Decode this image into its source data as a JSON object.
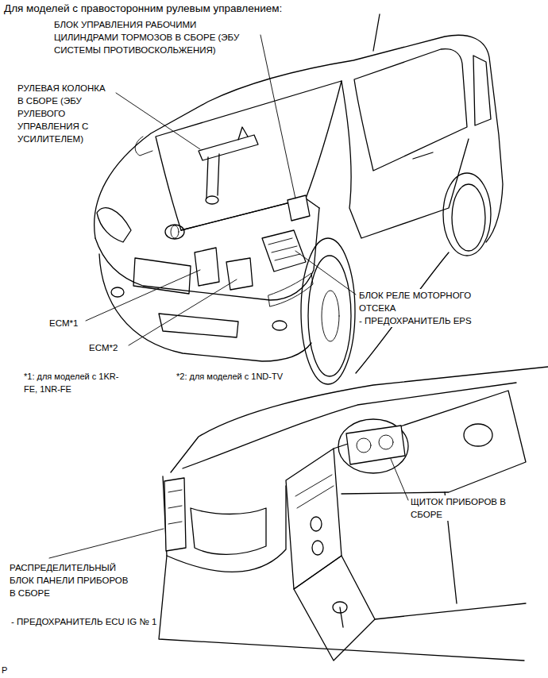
{
  "diagram": {
    "title": "Для моделей с правосторонним рулевым управлением:",
    "labels": [
      "БЛОК УПРАВЛЕНИЯ РАБОЧИМИ ЦИЛИНДРАМИ ТОРМОЗОВ В СБОРЕ (ЭБУ СИСТЕМЫ ПРОТИВОСКОЛЬЖЕНИЯ)",
      "РУЛЕВАЯ КОЛОНКА В СБОРЕ (ЭБУ РУЛЕВОГО УПРАВЛЕНИЯ С УСИЛИТЕЛЕМ)",
      "БЛОК РЕЛЕ МОТОРНОГО ОТСЕКА",
      "- ПРЕДОХРАНИТЕЛЬ EPS",
      "ECM*1",
      "ECM*2",
      "*1: для моделей с 1KR-FE, 1NR-FE",
      "*2: для моделей с 1ND-TV",
      "ЩИТОК ПРИБОРОВ В СБОРЕ",
      "РАСПРЕДЕЛИТЕЛЬНЫЙ БЛОК ПАНЕЛИ ПРИБОРОВ В СБОРЕ",
      "- ПРЕДОХРАНИТЕЛЬ ECU IG № 1",
      "P"
    ]
  }
}
